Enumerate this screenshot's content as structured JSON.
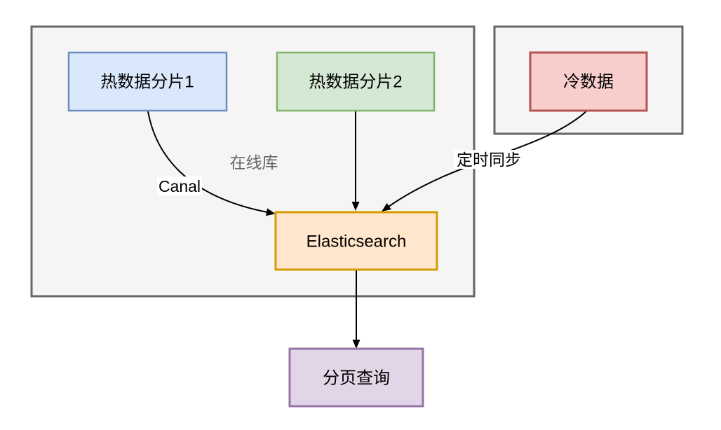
{
  "diagram": {
    "type": "flowchart",
    "arrow_color": "#000000",
    "edge_label_bg": "#ffffff",
    "muted_label_color": "#666666",
    "containers": {
      "online": {
        "label": "在线库",
        "fill": "#f5f5f5",
        "stroke": "#666666"
      },
      "cold": {
        "fill": "#f5f5f5",
        "stroke": "#666666"
      }
    },
    "nodes": {
      "hot_shard_1": {
        "label": "热数据分片1",
        "fill": "#dae8fc",
        "stroke": "#6c8ebf"
      },
      "hot_shard_2": {
        "label": "热数据分片2",
        "fill": "#d5e8d4",
        "stroke": "#82b366"
      },
      "cold_data": {
        "label": "冷数据",
        "fill": "#f8cecc",
        "stroke": "#b85450"
      },
      "elasticsearch": {
        "label": "Elasticsearch",
        "fill": "#ffe6cc",
        "stroke": "#d79b00"
      },
      "paged_query": {
        "label": "分页查询",
        "fill": "#e1d5e7",
        "stroke": "#9673a6"
      }
    },
    "edges": [
      {
        "from": "hot_shard_1",
        "to": "elasticsearch",
        "label": "Canal"
      },
      {
        "from": "hot_shard_2",
        "to": "elasticsearch",
        "label": ""
      },
      {
        "from": "cold_data",
        "to": "elasticsearch",
        "label": "定时同步"
      },
      {
        "from": "elasticsearch",
        "to": "paged_query",
        "label": ""
      }
    ]
  }
}
